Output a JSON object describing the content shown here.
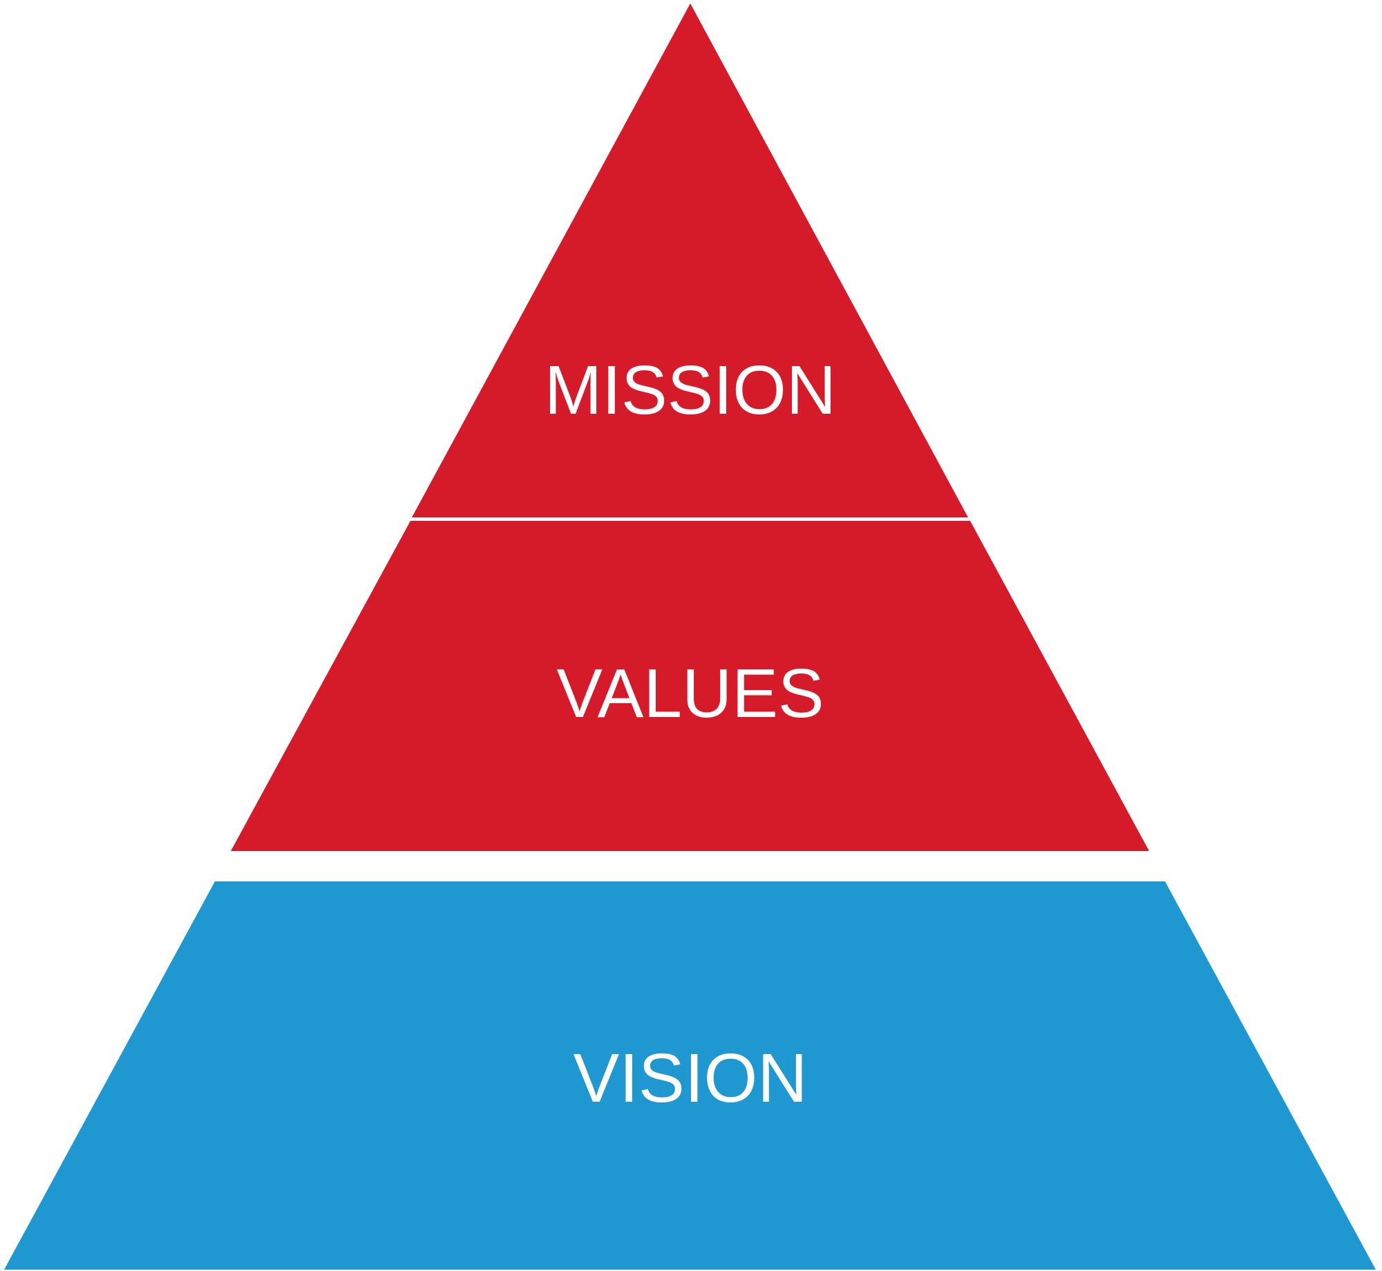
{
  "diagram": {
    "tiers": [
      {
        "label": "MISSION",
        "color": "#D51A29"
      },
      {
        "label": "VALUES",
        "color": "#D51A29"
      },
      {
        "label": "VISION",
        "color": "#1F98D2"
      }
    ]
  }
}
